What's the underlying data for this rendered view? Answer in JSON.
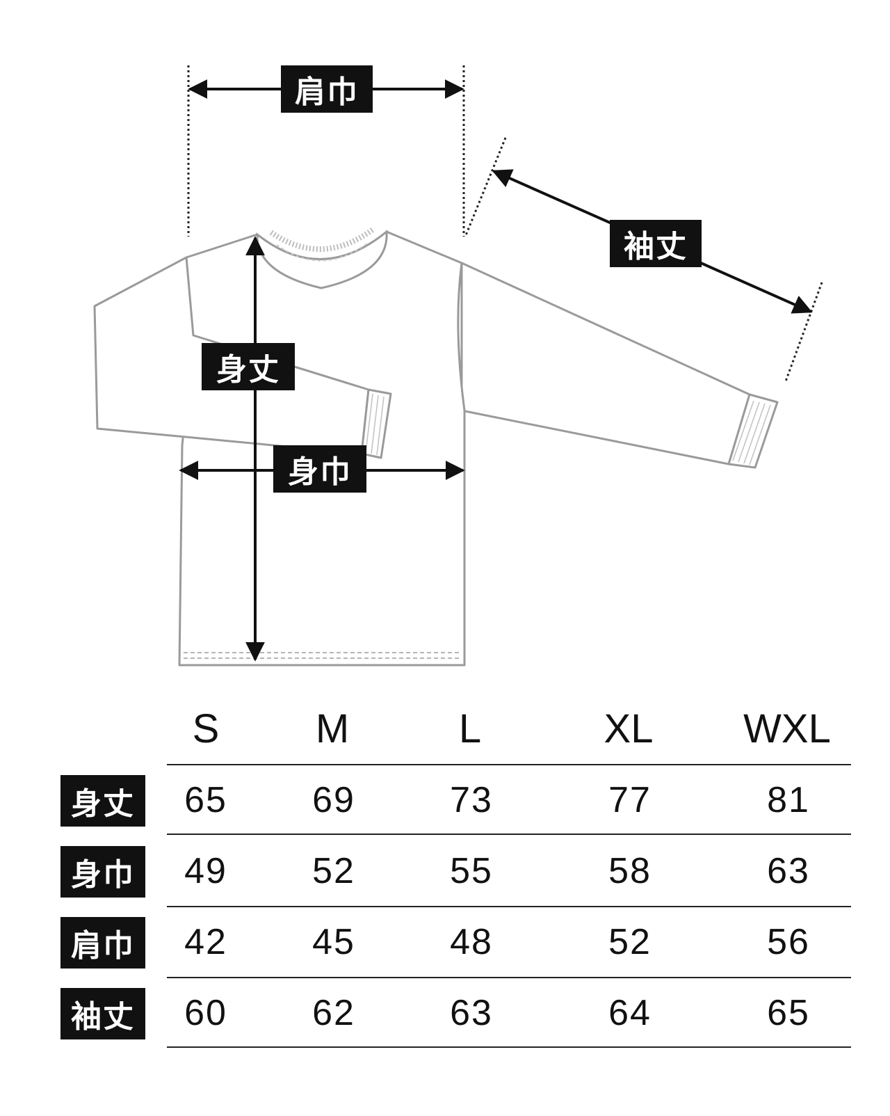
{
  "diagram": {
    "labels": {
      "shoulder_width": "肩巾",
      "sleeve_length": "袖丈",
      "body_length": "身丈",
      "body_width": "身巾"
    }
  },
  "size_table": {
    "columns": [
      "S",
      "M",
      "L",
      "XL",
      "WXL"
    ],
    "rows": [
      {
        "label": "身丈",
        "values": [
          "65",
          "69",
          "73",
          "77",
          "81"
        ]
      },
      {
        "label": "身巾",
        "values": [
          "49",
          "52",
          "55",
          "58",
          "63"
        ]
      },
      {
        "label": "肩巾",
        "values": [
          "42",
          "45",
          "48",
          "52",
          "56"
        ]
      },
      {
        "label": "袖丈",
        "values": [
          "60",
          "62",
          "63",
          "64",
          "65"
        ]
      }
    ]
  }
}
